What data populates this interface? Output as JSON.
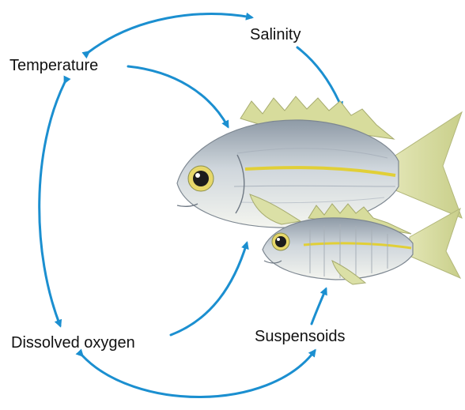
{
  "diagram": {
    "factors": {
      "temperature": "Temperature",
      "salinity": "Salinity",
      "dissolved_oxygen": "Dissolved oxygen",
      "suspensoids": "Suspensoids"
    },
    "arrow_color": "#1b8fd0",
    "illustration": "two-fish-icon"
  }
}
